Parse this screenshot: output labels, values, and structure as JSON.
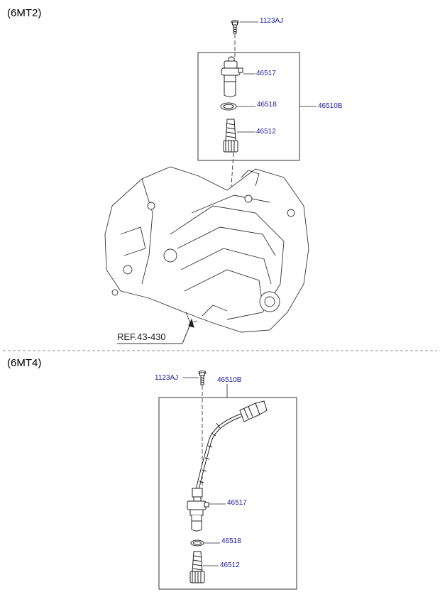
{
  "sections": {
    "top": {
      "title": "(6MT2)"
    },
    "bottom": {
      "title": "(6MT4)"
    }
  },
  "labels": {
    "top_bolt": "1123AJ",
    "top_sensor": "46517",
    "top_oring": "46518",
    "top_assembly": "46510B",
    "top_gear": "46512",
    "reference": "REF.43-430",
    "bottom_bolt": "1123AJ",
    "bottom_assembly": "46510B",
    "bottom_sensor": "46517",
    "bottom_oring": "46518",
    "bottom_gear": "46512"
  },
  "colors": {
    "line": "#222222",
    "label": "#1a1aa0"
  }
}
